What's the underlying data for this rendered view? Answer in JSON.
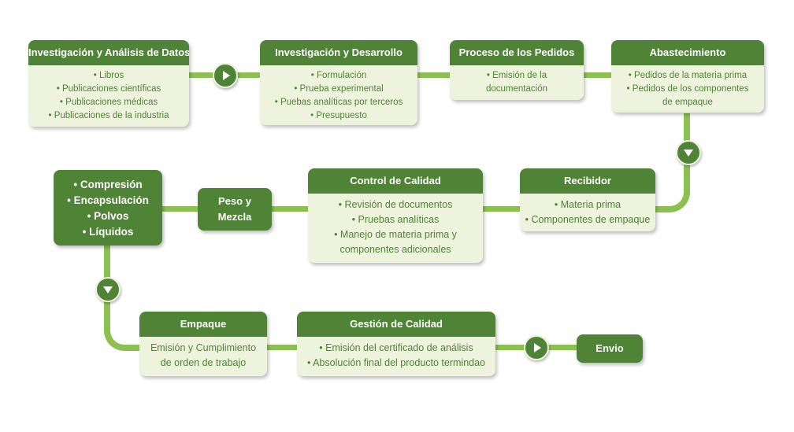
{
  "steps": {
    "investigacion_analisis": {
      "title": "Investigación y Análisis de Datos",
      "items": [
        "• Libros",
        "• Publicaciones científicas",
        "• Publicaciones médicas",
        "• Publicaciones de la industria"
      ]
    },
    "investigacion_desarrollo": {
      "title": "Investigación y Desarrollo",
      "items": [
        "• Formulación",
        "• Prueba experimental",
        "• Puebas analíticas por terceros",
        "• Presupuesto"
      ]
    },
    "proceso_pedidos": {
      "title": "Proceso de los Pedidos",
      "items": [
        "• Emisión de la",
        "documentación"
      ]
    },
    "abastecimiento": {
      "title": "Abastecimiento",
      "items": [
        "• Pedidos de la materia prima",
        "• Pedidos de los componentes",
        "de empaque"
      ]
    },
    "recibidor": {
      "title": "Recibidor",
      "items": [
        "• Materia prima",
        "• Componentes de empaque"
      ]
    },
    "control_calidad": {
      "title": "Control de Calidad",
      "items": [
        "• Revisión de documentos",
        "• Pruebas analíticas",
        "• Manejo de materia prima y",
        "componentes adicionales"
      ]
    },
    "peso_mezcla": {
      "lines": [
        "Peso y",
        "Mezcla"
      ]
    },
    "formas": {
      "items": [
        "• Compresión",
        "• Encapsulación",
        "• Polvos",
        "• Líquidos"
      ]
    },
    "empaque": {
      "title": "Empaque",
      "items": [
        "Emisión y Cumplimiento",
        "de orden de trabajo"
      ]
    },
    "gestion_calidad": {
      "title": "Gestión de Calidad",
      "items": [
        "• Emisión del certificado de análisis",
        "• Absolución final del producto termindao"
      ]
    },
    "envio": {
      "label": "Envio"
    }
  },
  "colors": {
    "dark_green": "#4f8335",
    "light_green": "#8cc152",
    "card_bg": "#eef3de"
  },
  "icons": [
    "arrow-right-icon",
    "arrow-down-icon"
  ]
}
